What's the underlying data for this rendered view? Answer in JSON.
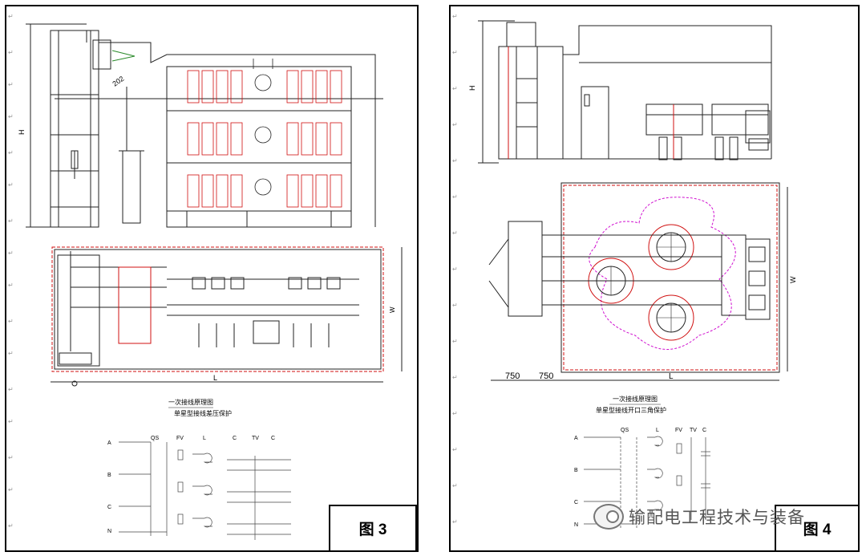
{
  "figure3": {
    "caption": "图 3",
    "schematic_title": "一次接线原理图",
    "schematic_subtitle": "单星型接线差压保护",
    "dim_height": "H",
    "dim_width": "W",
    "dim_length": "L",
    "insulator_label": "202",
    "col_labels": [
      "QS",
      "FV",
      "L",
      "C",
      "TV",
      "C"
    ],
    "phase_labels": [
      "A",
      "B",
      "C",
      "N"
    ]
  },
  "figure4": {
    "caption": "图 4",
    "schematic_title": "一次接线原理图",
    "schematic_subtitle": "单星型接线开口三角保护",
    "dim_height": "H",
    "dim_width": "W",
    "dim_length": "L",
    "dim_750_a": "750",
    "dim_750_b": "750",
    "col_labels": [
      "QS",
      "L",
      "FV",
      "TV",
      "C"
    ],
    "phase_labels": [
      "A",
      "B",
      "C",
      "N"
    ]
  },
  "watermark": "输配电工程技术与装备",
  "colors": {
    "line": "#000000",
    "red": "#d01010",
    "magenta": "#d010d0",
    "green": "#2a8a2a"
  }
}
